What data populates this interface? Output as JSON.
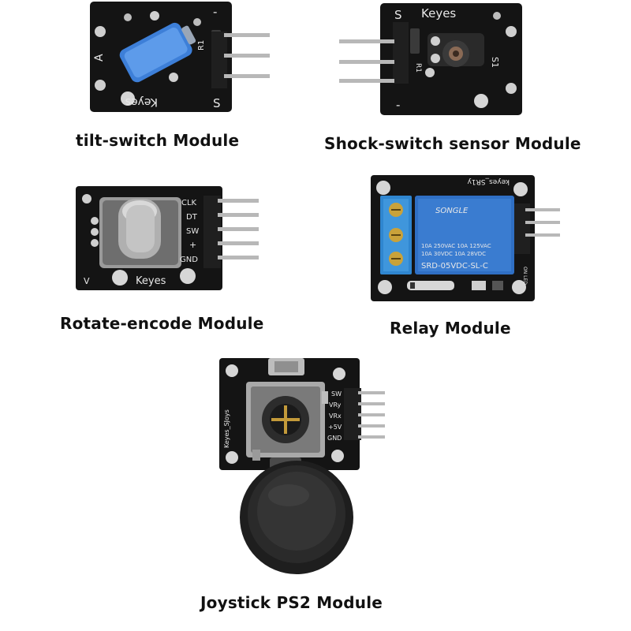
{
  "brand_silkscreen": "Keyes",
  "colors": {
    "pcb": "#131313",
    "pad": "#d8d8d8",
    "pin": "#b8b8b8",
    "tilt_switch": "#3d7fd8",
    "relay_body": "#2f6fc4",
    "terminal_block": "#2f86d0",
    "joystick_cap": "#2a2a2a"
  },
  "modules": {
    "tilt": {
      "caption": "tilt-switch Module",
      "labels": {
        "s": "S",
        "minus": "-",
        "a": "A",
        "r1": "R1"
      }
    },
    "shock": {
      "caption": "Shock-switch sensor Module",
      "labels": {
        "s": "S",
        "minus": "-",
        "s1": "S1",
        "r1": "R1"
      }
    },
    "rotate": {
      "caption": "Rotate-encode Module",
      "pins": [
        "CLK",
        "DT",
        "SW",
        "+",
        "GND"
      ],
      "labels": {
        "v": "V"
      }
    },
    "relay": {
      "caption": "Relay Module",
      "board_label": "keyes_SR1y",
      "relay_brand": "SONGLE",
      "relay_ratings": [
        "10A 250VAC  10A 125VAC",
        "10A  30VDC  10A  28VDC"
      ],
      "relay_model": "SRD-05VDC-SL-C",
      "labels": {
        "on_led": "ON LED"
      }
    },
    "joystick": {
      "caption": "Joystick PS2 Module",
      "board_label": "Keyes_SJoys",
      "pins": [
        "SW",
        "VRy",
        "VRx",
        "+5V",
        "GND"
      ]
    }
  }
}
